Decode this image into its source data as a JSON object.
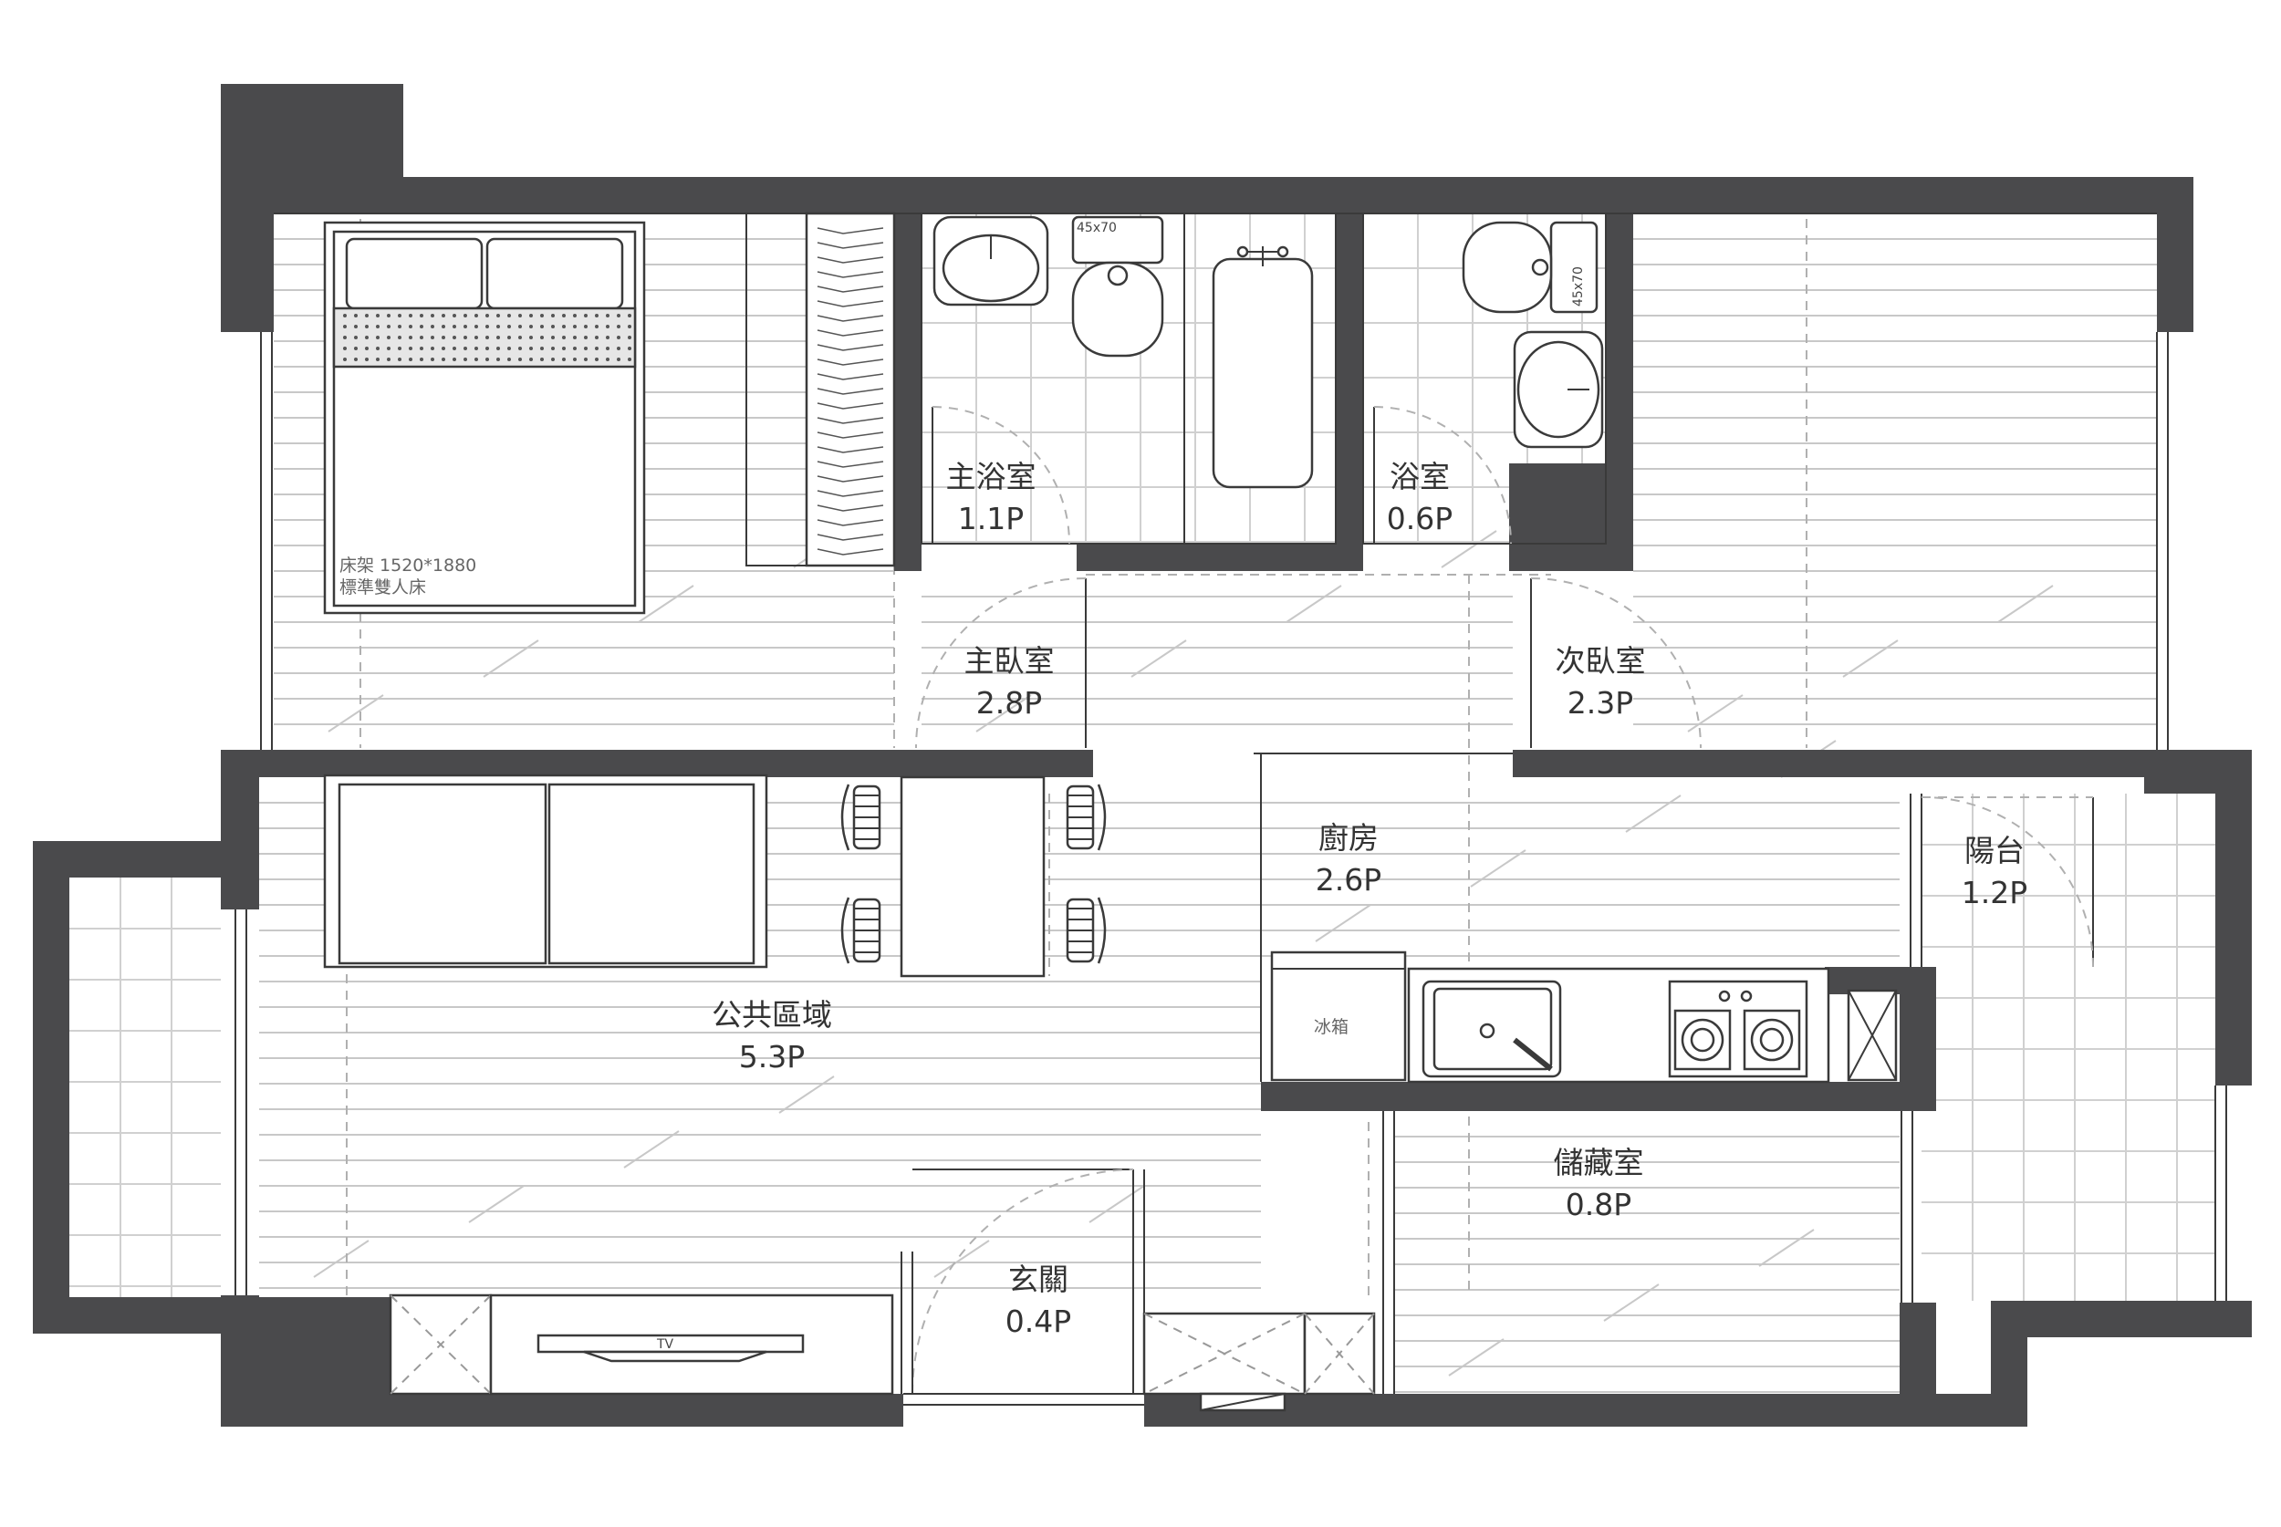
{
  "rooms": {
    "master_bath": {
      "name": "主浴室",
      "area": "1.1P"
    },
    "bath": {
      "name": "浴室",
      "area": "0.6P"
    },
    "master_bedroom": {
      "name": "主臥室",
      "area": "2.8P"
    },
    "second_bedroom": {
      "name": "次臥室",
      "area": "2.3P"
    },
    "kitchen": {
      "name": "廚房",
      "area": "2.6P"
    },
    "balcony": {
      "name": "陽台",
      "area": "1.2P"
    },
    "public_area": {
      "name": "公共區域",
      "area": "5.3P"
    },
    "storage": {
      "name": "儲藏室",
      "area": "0.8P"
    },
    "entrance": {
      "name": "玄關",
      "area": "0.4P"
    }
  },
  "labels": {
    "bed_size": "床架 1520*1880",
    "bed_type": "標準雙人床",
    "fridge": "冰箱",
    "tv": "TV",
    "toilet_master": "45x70",
    "toilet_bath": "45x70"
  },
  "colors": {
    "wall": "#4a4a4c",
    "line": "#3a3a3a",
    "floor_hatch": "#c8c8c8",
    "tile_grid": "#d0d0d0"
  },
  "icons": [
    "bed-icon",
    "sofa-icon",
    "dining-table-icon",
    "chair-icon",
    "toilet-icon",
    "sink-icon",
    "bathtub-icon",
    "stove-icon",
    "fridge-icon",
    "tv-icon",
    "door-swing-icon"
  ]
}
